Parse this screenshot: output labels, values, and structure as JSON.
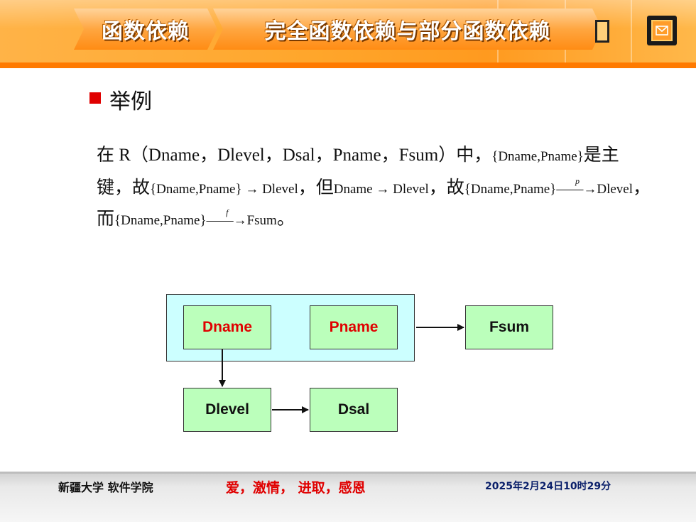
{
  "header": {
    "crumb_1": "函数依赖",
    "crumb_2": "完全函数依赖与部分函数依赖",
    "mail_icon": "envelope-icon"
  },
  "content": {
    "heading": "举例",
    "line1": {
      "prefix": "在 R（Dname，Dlevel，Dsal，Pname，Fsum）中，",
      "key": "{Dname,Pname}",
      "suffix": "是主"
    },
    "line2": {
      "start": "键，故",
      "fd1": "{Dname,Pname} → Dlevel",
      "sep1": "，但",
      "fd2": "Dname → Dlevel",
      "sep2": "，故",
      "fd3_left": "{Dname,Pname}",
      "fd3_label": "p",
      "fd3_right": "Dlevel",
      "end": "，"
    },
    "line3": {
      "start": "而",
      "fd_left": "{Dname,Pname}",
      "fd_label": "f",
      "fd_right": "Fsum",
      "end": "。"
    }
  },
  "diagram": {
    "nodes": {
      "dname": "Dname",
      "pname": "Pname",
      "fsum": "Fsum",
      "dlevel": "Dlevel",
      "dsal": "Dsal"
    }
  },
  "footer": {
    "school": "新疆大学  软件学院",
    "motto": "爱，激情， 进取，感恩",
    "datetime": "2025年2月24日10时29分"
  },
  "colors": {
    "header_orange": "#ff9a1f",
    "key_red": "#e00000",
    "node_green": "#bbffbb",
    "group_cyan": "#ccffff",
    "footer_blue": "#0a1f6a"
  }
}
